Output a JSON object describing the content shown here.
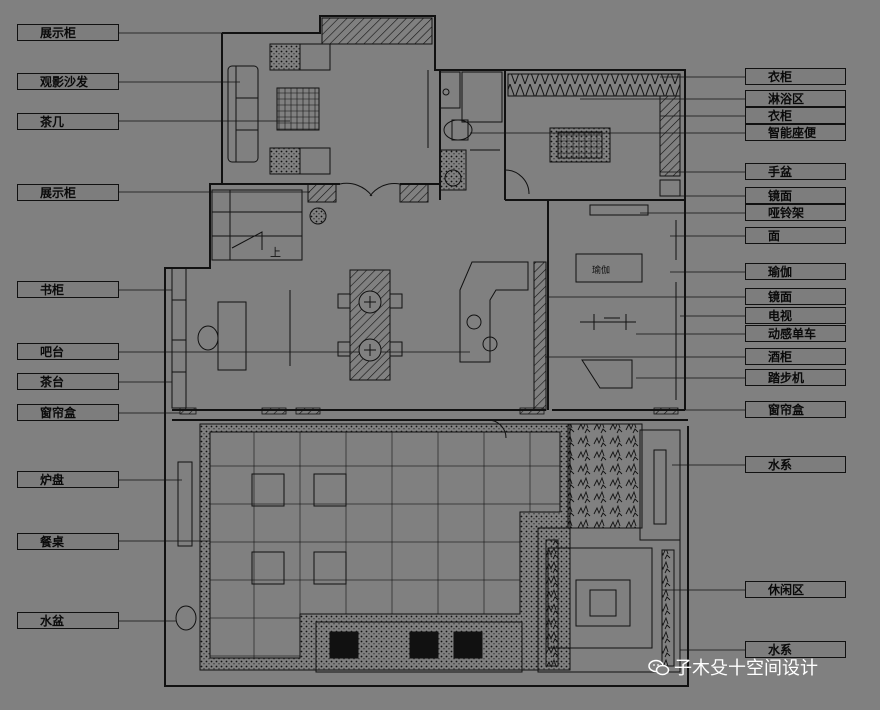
{
  "left_labels": [
    "展示柜",
    "观影沙发",
    "茶几",
    "展示柜",
    "书柜",
    "吧台",
    "茶台",
    "窗帘盒",
    "炉盘",
    "餐桌",
    "水盆"
  ],
  "right_labels": [
    "衣柜",
    "淋浴区",
    "衣柜",
    "智能座便",
    "手盆",
    "镜面",
    "哑铃架",
    "面",
    "瑜伽",
    "镜面",
    "电视",
    "动感单车",
    "酒柜",
    "踏步机",
    "窗帘盒",
    "水系",
    "休闲区",
    "水系"
  ],
  "plan_text": {
    "yoga": "瑜伽",
    "stair_up": "上"
  },
  "watermark": {
    "text": "子木殳十空间设计",
    "icon": "wechat-icon"
  },
  "colors": {
    "background": "#808080",
    "lines": "#111111",
    "label_fill": "#7d7d7d"
  }
}
